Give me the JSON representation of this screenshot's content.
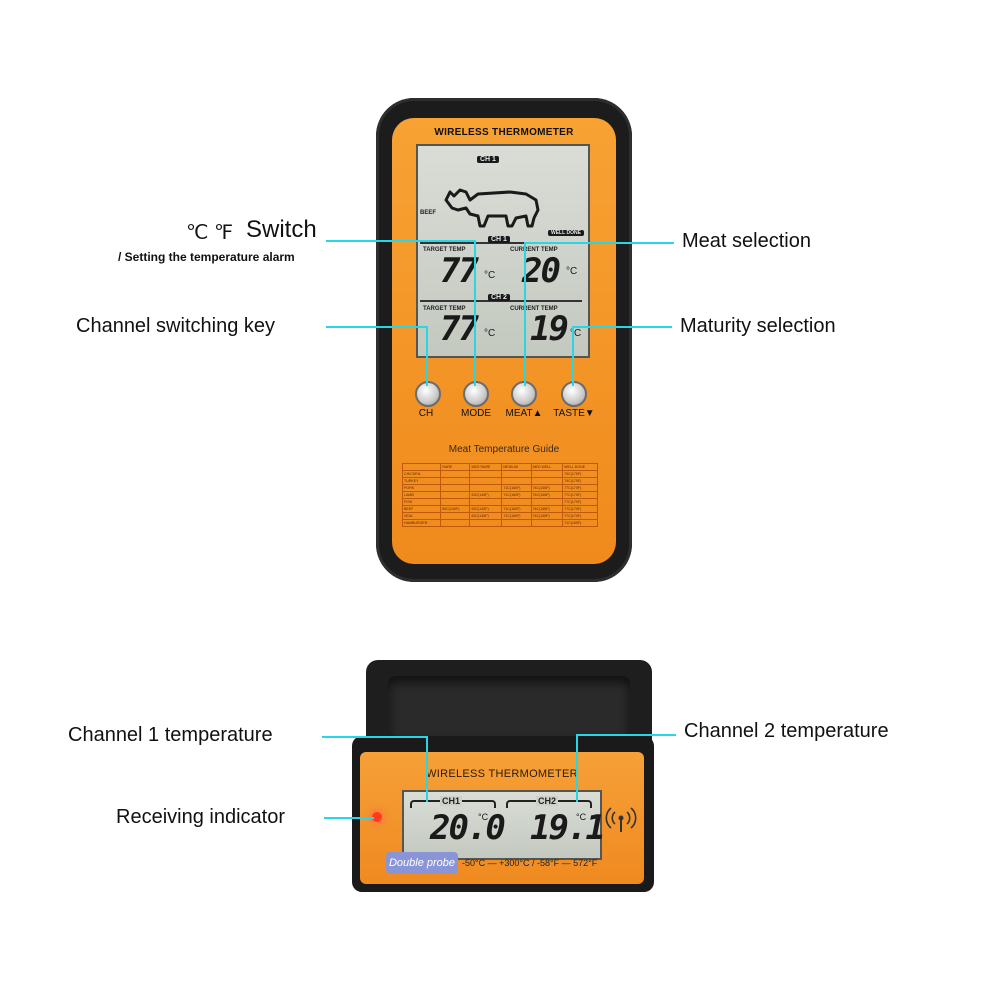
{
  "handheld": {
    "title": "WIRELESS THERMOMETER",
    "ch_indicator": "CH 1",
    "meat_label": "BEEF",
    "doneness_label": "WELL DONE",
    "ch1": {
      "tag": "CH 1",
      "target_label": "TARGET TEMP",
      "current_label": "CURRENT TEMP",
      "target_value": "77",
      "current_value": "20",
      "unit": "°C"
    },
    "ch2": {
      "tag": "CH 2",
      "target_label": "TARGET TEMP",
      "current_label": "CURRENT TEMP",
      "target_value": "77",
      "current_value": "19",
      "unit": "°C"
    },
    "buttons": {
      "ch": "CH",
      "mode": "MODE",
      "meat": "MEAT▲",
      "taste": "TASTE▼"
    },
    "guide_title": "Meat Temperature Guide",
    "guide_table": {
      "headers": [
        "",
        "RARE",
        "MED RARE",
        "MEDIUM",
        "MED WELL",
        "WELL DONE"
      ],
      "rows": [
        [
          "CHICKEN",
          "",
          "",
          "",
          "",
          "79C(175F)"
        ],
        [
          "TURKEY",
          "",
          "",
          "",
          "",
          "79C(175F)"
        ],
        [
          "PORK",
          "",
          "",
          "71C(160F)",
          "74C(165F)",
          "77C(170F)"
        ],
        [
          "LAMB",
          "",
          "63C(145F)",
          "71C(160F)",
          "74C(165F)",
          "77C(170F)"
        ],
        [
          "FISH",
          "",
          "",
          "",
          "",
          "77C(170F)"
        ],
        [
          "BEEF",
          "60C(140F)",
          "63C(145F)",
          "71C(160F)",
          "74C(165F)",
          "77C(170F)"
        ],
        [
          "VEAL",
          "",
          "63C(145F)",
          "71C(160F)",
          "74C(165F)",
          "77C(170F)"
        ],
        [
          "HAMBURGER",
          "",
          "",
          "",
          "",
          "71C(160F)"
        ]
      ]
    }
  },
  "base": {
    "title": "WIRELESS THERMOMETER",
    "ch1_label": "CH1",
    "ch2_label": "CH2",
    "ch1_value": "20.0",
    "ch2_value": "19.1",
    "unit": "°C",
    "badge": "Double probe",
    "range": "-50°C — +300°C / -58°F — 572°F"
  },
  "callouts": {
    "switch_units": "℃ ℉",
    "switch_word": "Switch",
    "switch_sub": "/ Setting the temperature alarm",
    "meat_selection": "Meat selection",
    "channel_switching_key": "Channel switching key",
    "maturity_selection": "Maturity selection",
    "channel1_temperature": "Channel 1 temperature",
    "channel2_temperature": "Channel 2 temperature",
    "receiving_indicator": "Receiving indicator"
  },
  "colors": {
    "orange": "#f39424",
    "body": "#1c1c1c",
    "callout_line": "#28d6e6",
    "lcd": "#d0d4cc"
  },
  "icons": {
    "meat": "cow-silhouette-icon",
    "signal": "wireless-signal-icon",
    "indicator": "red-led-icon"
  }
}
